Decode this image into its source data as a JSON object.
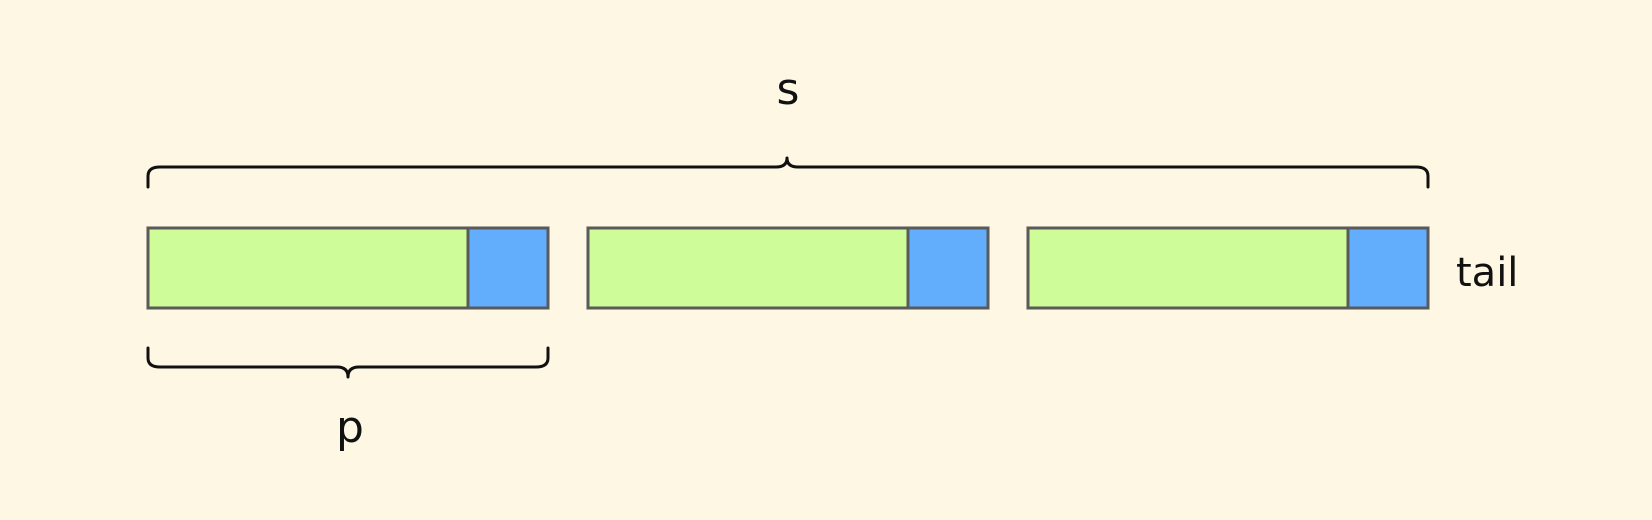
{
  "labels": {
    "top_brace": "s",
    "bottom_brace": "p",
    "side": "tail"
  },
  "blocks": [
    {
      "main": "green",
      "tail": "blue"
    },
    {
      "main": "green",
      "tail": "blue"
    },
    {
      "main": "green",
      "tail": "blue"
    }
  ],
  "colors": {
    "background": "#fdf7e3",
    "main": "#cdfc98",
    "tail": "#63adfd",
    "stroke": "#5a5a5a",
    "brace": "#111111"
  }
}
